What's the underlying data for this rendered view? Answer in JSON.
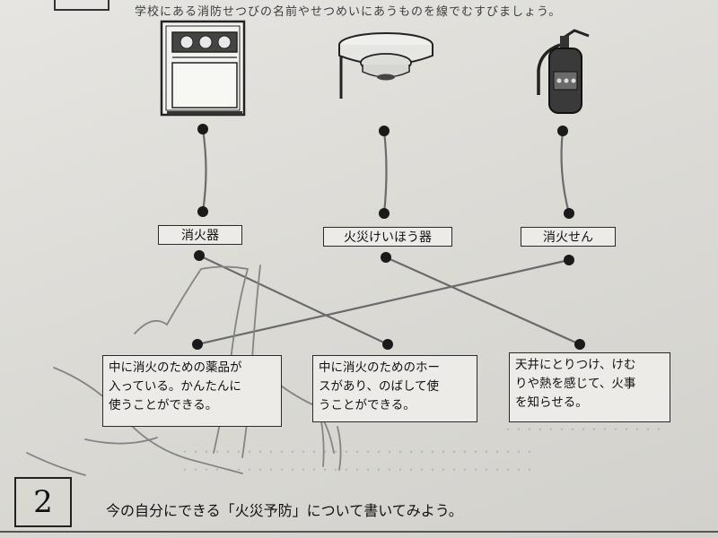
{
  "question1": {
    "instruction": "学校にある消防せつびの名前やせつめいにあうものを線でむすびましょう。",
    "icons": [
      "fire-alarm-panel",
      "smoke-detector",
      "fire-extinguisher"
    ],
    "names": [
      "消火器",
      "火災けいほう器",
      "消火せん"
    ],
    "descriptions": [
      "中に消火のための薬品が\n入っている。かんたんに\n使うことができる。",
      "中に消火のためのホー\nスがあり、のばして使\nうことができる。",
      "天井にとりつけ、けむ\nりや熱を感じて、火事\nを知らせる。"
    ]
  },
  "question2": {
    "number": "2",
    "text": "今の自分にできる「火災予防」について書いてみよう。"
  },
  "colors": {
    "paper": "#e3e2de",
    "ink": "#222222",
    "pencil": "#6e6e6e"
  }
}
